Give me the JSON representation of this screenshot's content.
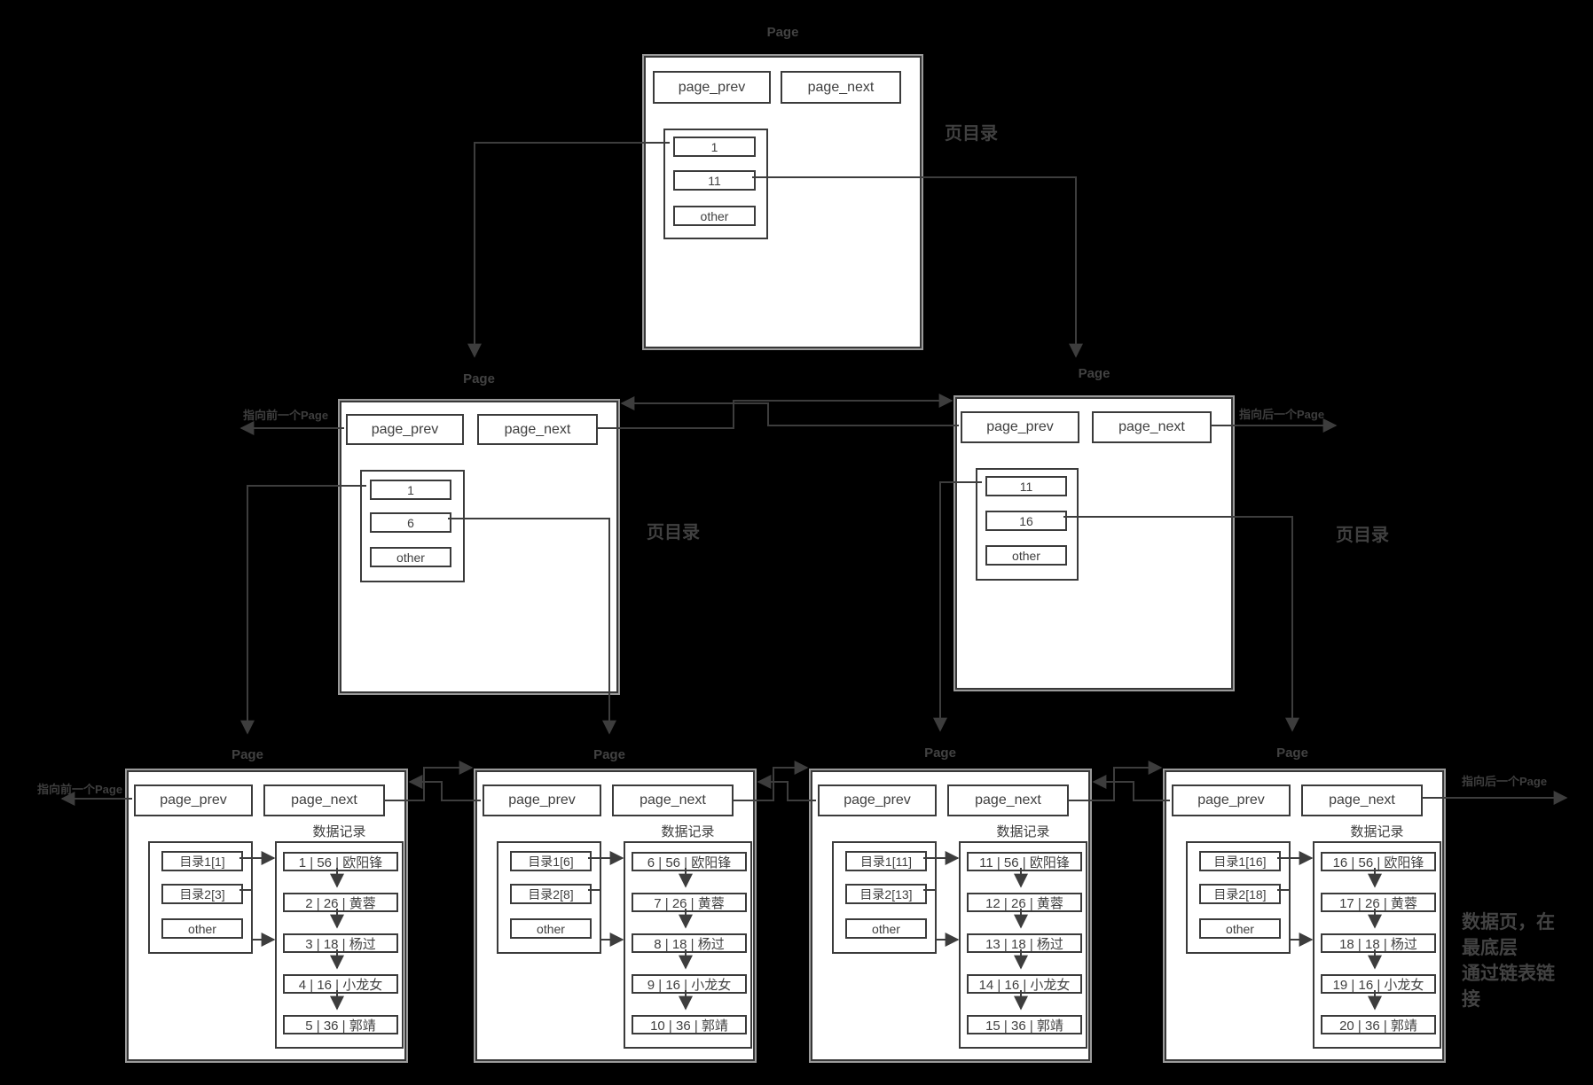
{
  "colors": {
    "background": "#000000",
    "box_fill": "#ffffff",
    "box_border": "#383838",
    "line": "#3d3d3d",
    "text": "#3f3f3f"
  },
  "root_page": {
    "title": "Page",
    "prev": "page_prev",
    "next": "page_next",
    "entries": [
      "1",
      "11",
      "other"
    ],
    "side_label": "页目录"
  },
  "mid_left": {
    "title": "Page",
    "prev": "page_prev",
    "next": "page_next",
    "entries": [
      "1",
      "6",
      "other"
    ],
    "side_label": "页目录",
    "edge_arrow_label": "指向前一个Page"
  },
  "mid_right": {
    "title": "Page",
    "prev": "page_prev",
    "next": "page_next",
    "entries": [
      "11",
      "16",
      "other"
    ],
    "side_label": "页目录",
    "edge_arrow_label": "指向后一个Page"
  },
  "leaf_pages": [
    {
      "title": "Page",
      "prev": "page_prev",
      "next": "page_next",
      "records_label": "数据记录",
      "dirs": [
        "目录1[1]",
        "目录2[3]",
        "other"
      ],
      "records": [
        "1 | 56 | 欧阳锋",
        "2 | 26 | 黄蓉",
        "3 | 18 | 杨过",
        "4 | 16 | 小龙女",
        "5 | 36 | 郭靖"
      ]
    },
    {
      "title": "Page",
      "prev": "page_prev",
      "next": "page_next",
      "records_label": "数据记录",
      "dirs": [
        "目录1[6]",
        "目录2[8]",
        "other"
      ],
      "records": [
        "6 | 56 | 欧阳锋",
        "7 | 26 | 黄蓉",
        "8 | 18 | 杨过",
        "9 | 16 | 小龙女",
        "10 | 36 | 郭靖"
      ]
    },
    {
      "title": "Page",
      "prev": "page_prev",
      "next": "page_next",
      "records_label": "数据记录",
      "dirs": [
        "目录1[11]",
        "目录2[13]",
        "other"
      ],
      "records": [
        "11 | 56 | 欧阳锋",
        "12 | 26 | 黄蓉",
        "13 | 18 | 杨过",
        "14 | 16 | 小龙女",
        "15 | 36 | 郭靖"
      ]
    },
    {
      "title": "Page",
      "prev": "page_prev",
      "next": "page_next",
      "records_label": "数据记录",
      "dirs": [
        "目录1[16]",
        "目录2[18]",
        "other"
      ],
      "records": [
        "16 | 56 | 欧阳锋",
        "17 | 26 | 黄蓉",
        "18 | 18 | 杨过",
        "19 | 16 | 小龙女",
        "20 | 36 | 郭靖"
      ]
    }
  ],
  "edge_labels": {
    "leaf_prev": "指向前一个Page",
    "leaf_next": "指向后一个Page"
  },
  "note": {
    "line1": "数据页，在",
    "line2": "最底层",
    "line3": "通过链表链",
    "line4": "接"
  }
}
